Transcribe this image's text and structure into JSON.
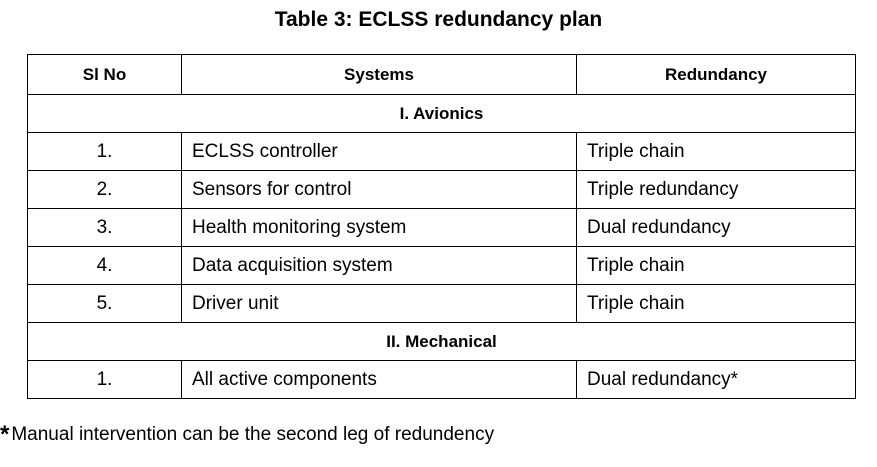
{
  "caption": "Table 3: ECLSS redundancy plan",
  "headers": {
    "sl_no": "Sl No",
    "systems": "Systems",
    "redundancy": "Redundancy"
  },
  "sections": [
    {
      "title": "I. Avionics",
      "rows": [
        {
          "num": "1.",
          "system": "ECLSS controller",
          "redundancy": "Triple chain"
        },
        {
          "num": "2.",
          "system": "Sensors for control",
          "redundancy": "Triple redundancy"
        },
        {
          "num": "3.",
          "system": "Health monitoring system",
          "redundancy": "Dual redundancy"
        },
        {
          "num": "4.",
          "system": "Data acquisition system",
          "redundancy": "Triple chain"
        },
        {
          "num": "5.",
          "system": "Driver unit",
          "redundancy": "Triple chain"
        }
      ]
    },
    {
      "title": "II. Mechanical",
      "rows": [
        {
          "num": "1.",
          "system": "All active components",
          "redundancy": "Dual redundancy*"
        }
      ]
    }
  ],
  "footnote": {
    "marker": "*",
    "text": "Manual intervention can be the second leg of redundency"
  }
}
